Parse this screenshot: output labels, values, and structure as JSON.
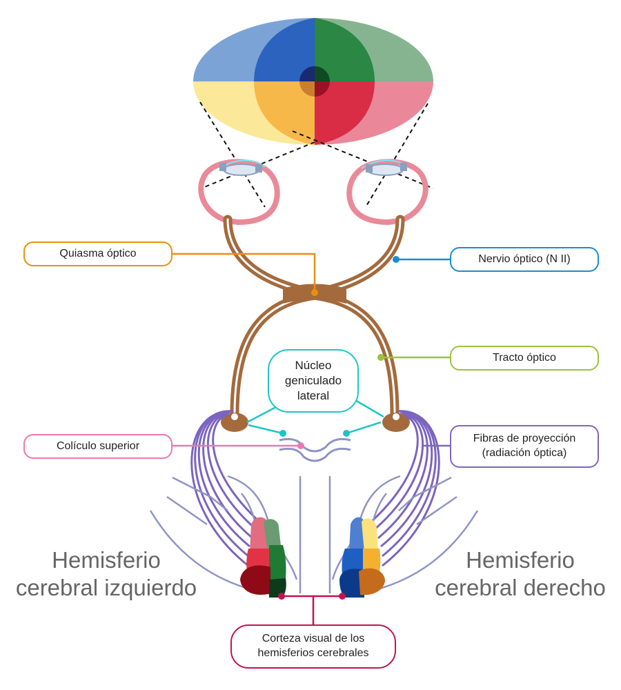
{
  "labels": {
    "optic_chiasm": "Quiasma óptico",
    "optic_nerve": "Nervio óptico (N II)",
    "optic_tract": "Tracto óptico",
    "lgn": {
      "line1": "Núcleo",
      "line2": "geniculado",
      "line3": "lateral"
    },
    "superior_colliculus": "Colículo superior",
    "projection_fibers": {
      "line1": "Fibras de proyección",
      "line2": "(radiación óptica)"
    },
    "visual_cortex": {
      "line1": "Corteza visual de los",
      "line2": "hemisferios cerebrales"
    }
  },
  "hemispheres": {
    "left": {
      "line1": "Hemisferio",
      "line2": "cerebral izquierdo"
    },
    "right": {
      "line1": "Hemisferio",
      "line2": "cerebral derecho"
    }
  },
  "colors": {
    "chiasm_callout": "#e8900c",
    "nerve_callout": "#1a8ccf",
    "tract_callout": "#9bc43a",
    "lgn_callout": "#1cc6c6",
    "colliculus_callout": "#ee77b0",
    "fibers_callout": "#7d68b8",
    "cortex_callout": "#c4124e",
    "visual_pathway": "#a46a3c",
    "eye_wall": "#e98a99",
    "field_upper_left": "#7ba3d6",
    "field_upper_left_overlap": "#2c63bf",
    "field_upper_right": "#86b490",
    "field_upper_right_overlap": "#2a8744",
    "field_lower_left": "#fbe899",
    "field_lower_left_overlap": "#f7b84a",
    "field_lower_right": "#ea8899",
    "field_lower_right_overlap": "#d92c45",
    "brain_outline": "#8e94c6",
    "radiation_fibers": "#7b64c0"
  }
}
